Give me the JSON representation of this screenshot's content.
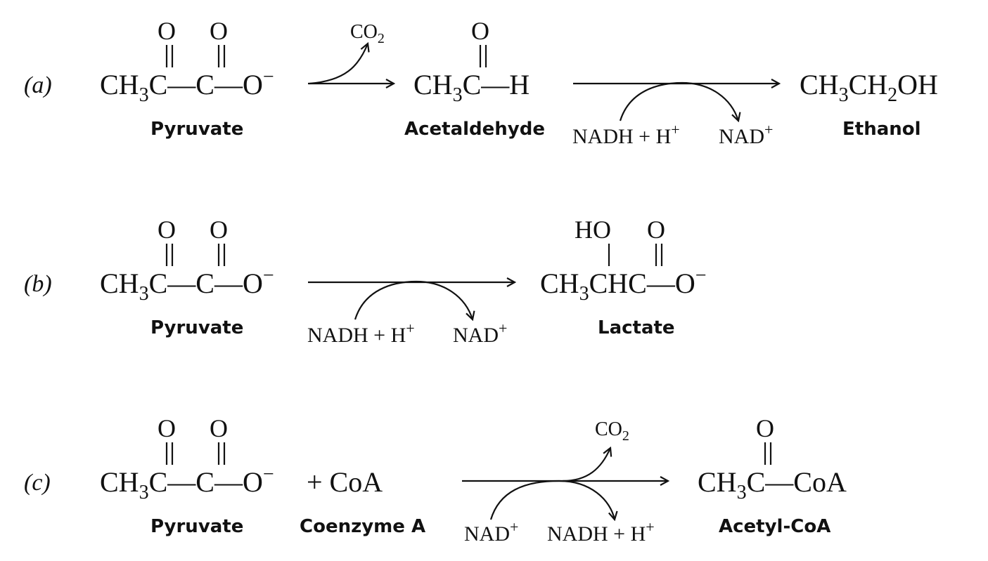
{
  "reactions": {
    "a": {
      "label": "(a)",
      "pyruvate": {
        "carbonyl_o1": "O",
        "carbonyl_o2": "O",
        "formula_main": "CH",
        "sub": "3",
        "formula_tail": "C—C—O",
        "charge": "−",
        "name": "Pyruvate"
      },
      "byproduct": {
        "main": "CO",
        "sub": "2"
      },
      "acetaldehyde": {
        "carbonyl_o": "O",
        "formula_main": "CH",
        "sub": "3",
        "formula_tail": "C—H",
        "name": "Acetaldehyde"
      },
      "cofactor_in": {
        "text": "NADH + H",
        "sup": "+"
      },
      "cofactor_out": {
        "text": "NAD",
        "sup": "+"
      },
      "ethanol": {
        "p1": "CH",
        "s1": "3",
        "p2": "CH",
        "s2": "2",
        "p3": "OH",
        "name": "Ethanol"
      }
    },
    "b": {
      "label": "(b)",
      "pyruvate": {
        "carbonyl_o1": "O",
        "carbonyl_o2": "O",
        "formula_main": "CH",
        "sub": "3",
        "formula_tail": "C—C—O",
        "charge": "−",
        "name": "Pyruvate"
      },
      "cofactor_in": {
        "text": "NADH + H",
        "sup": "+"
      },
      "cofactor_out": {
        "text": "NAD",
        "sup": "+"
      },
      "lactate": {
        "ho": "HO",
        "carbonyl_o": "O",
        "formula_main": "CH",
        "sub": "3",
        "formula_tail": "CHC—O",
        "charge": "−",
        "name": "Lactate"
      }
    },
    "c": {
      "label": "(c)",
      "pyruvate": {
        "carbonyl_o1": "O",
        "carbonyl_o2": "O",
        "formula_main": "CH",
        "sub": "3",
        "formula_tail": "C—C—O",
        "charge": "−",
        "name": "Pyruvate"
      },
      "plus_coa": "+ CoA",
      "coenzyme_name": "Coenzyme A",
      "byproduct": {
        "main": "CO",
        "sub": "2"
      },
      "cofactor_in": {
        "text": "NAD",
        "sup": "+"
      },
      "cofactor_out": {
        "text": "NADH + H",
        "sup": "+"
      },
      "acetyl_coa": {
        "carbonyl_o": "O",
        "formula_main": "CH",
        "sub": "3",
        "formula_tail": "C—CoA",
        "name": "Acetyl-CoA"
      }
    }
  }
}
